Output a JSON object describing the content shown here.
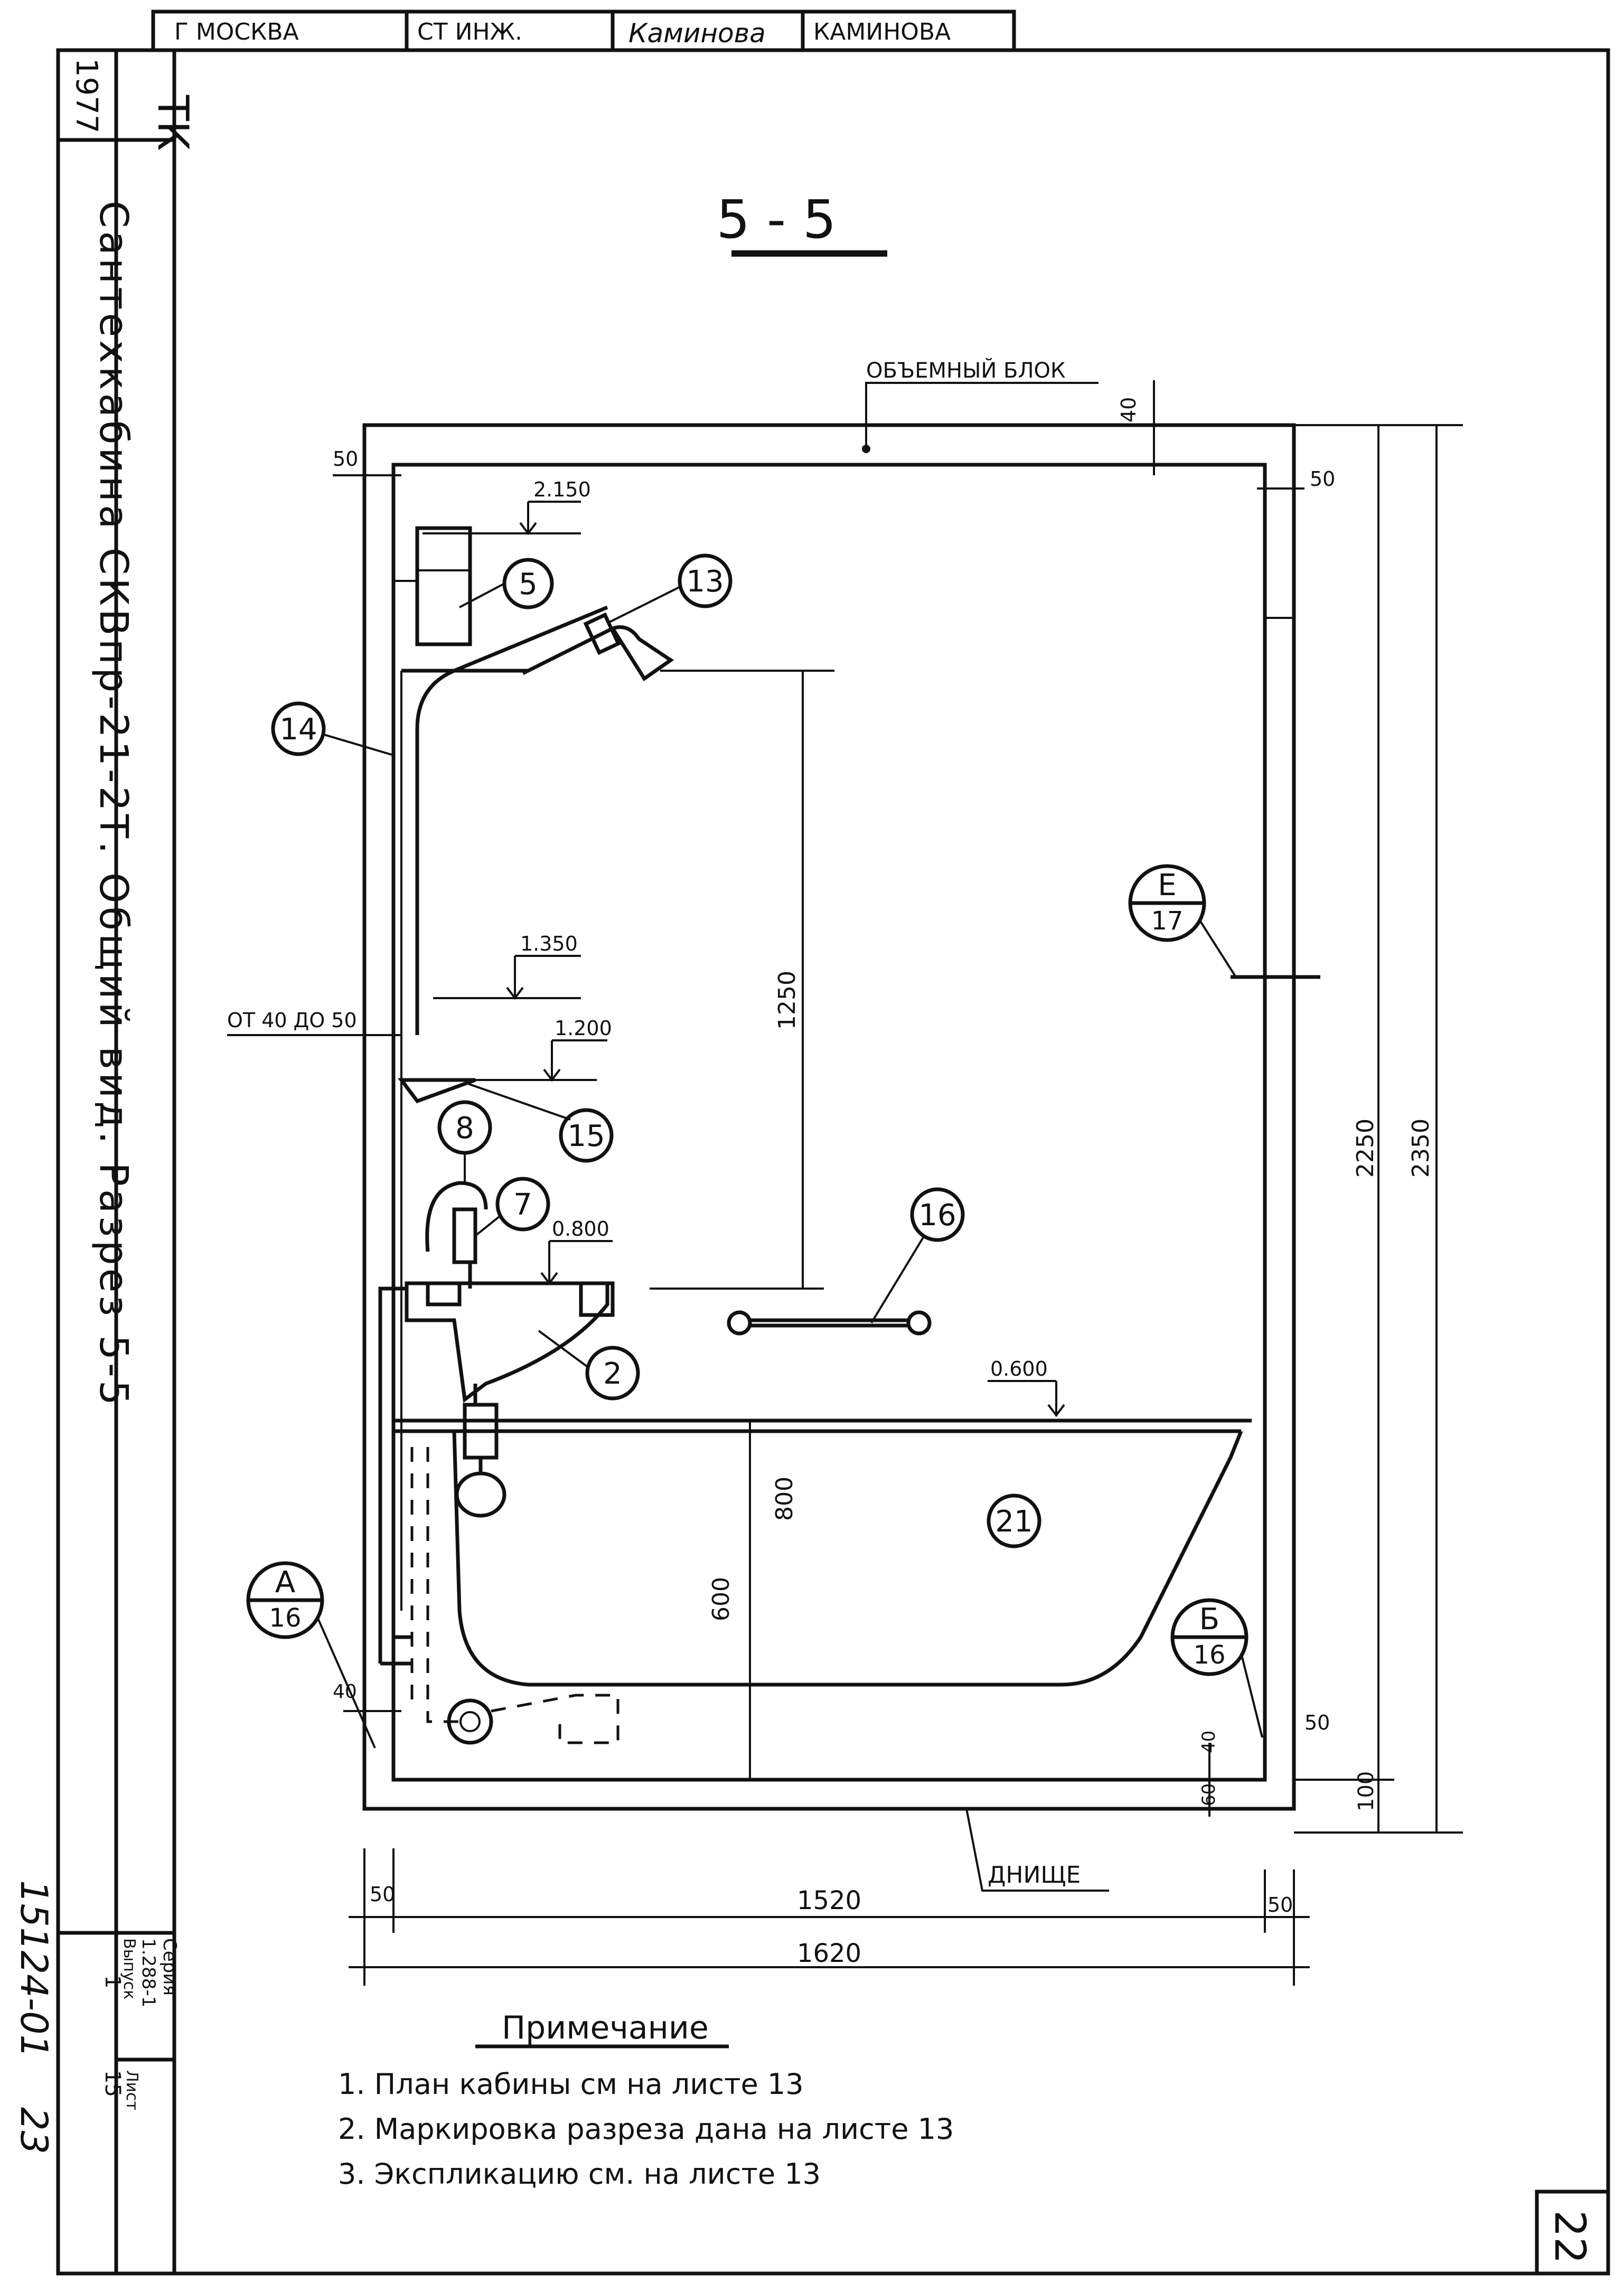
{
  "title_block": {
    "city": "Г МОСКВА",
    "role": "СТ ИНЖ.",
    "signature": "Каминова",
    "name": "КАМИНОВА",
    "org": "ТК",
    "year": "1977",
    "description": "Сантехкабина СКВпр-21-2Т. Общий вид. Разрез 5-5",
    "series_label": "Серия",
    "series_value": "1.288-1",
    "issue_label": "Выпуск",
    "issue_value": "1",
    "sheet_label": "Лист",
    "sheet_value": "15",
    "archive_number": "15124-01",
    "archive_sub": "23",
    "page_number": "22"
  },
  "drawing": {
    "section_title": "5 - 5",
    "labels": {
      "volume_block": "ОБЪЕМНЫЙ БЛОК",
      "bottom": "ДНИЩЕ",
      "gap": "ОТ 40 ДО 50"
    },
    "levels": [
      "2.150",
      "1.350",
      "1.200",
      "0.800",
      "0.600"
    ],
    "dimensions": {
      "d50_left": "50",
      "d40_top": "40",
      "d50_right": "50",
      "d1250": "1250",
      "d2250": "2250",
      "d2350": "2350",
      "d800": "800",
      "d600": "600",
      "d40_left_low": "40",
      "d50_right_low": "50",
      "d100": "100",
      "d40_bottom": "40",
      "d60_bottom": "60",
      "w50_left": "50",
      "w1520": "1520",
      "w50_right": "50",
      "w1620": "1620"
    },
    "callouts": {
      "c2": "2",
      "c5": "5",
      "c7": "7",
      "c8": "8",
      "c13": "13",
      "c14": "14",
      "c15": "15",
      "c16": "16",
      "c21": "21"
    },
    "section_marks": {
      "A": {
        "letter": "А",
        "sheet": "16"
      },
      "B": {
        "letter": "Б",
        "sheet": "16"
      },
      "E": {
        "letter": "Е",
        "sheet": "17"
      }
    }
  },
  "notes": {
    "heading": "Примечание",
    "items": [
      "1. План кабины см на листе 13",
      "2. Маркировка разреза дана на листе 13",
      "3. Экспликацию см. на листе 13"
    ]
  }
}
